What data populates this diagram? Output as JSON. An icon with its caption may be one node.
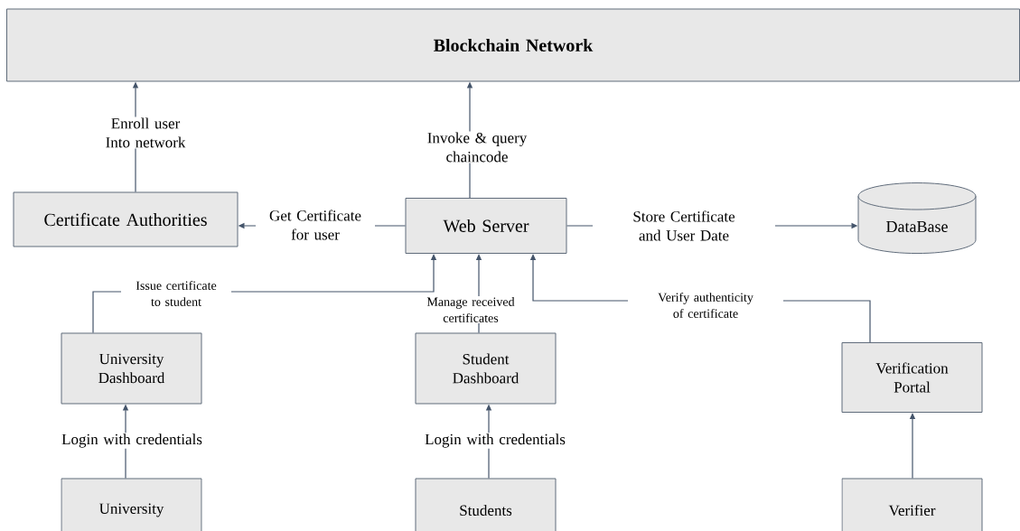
{
  "diagram": {
    "nodes": [
      {
        "text": [
          "Blockchain Network"
        ]
      },
      {
        "text": [
          "Certificate Authorities"
        ]
      },
      {
        "text": [
          "Web Server"
        ]
      },
      {
        "text": [
          "DataBase"
        ]
      },
      {
        "text": [
          "University Dashboard"
        ]
      },
      {
        "text": [
          "Student Dashboard"
        ]
      },
      {
        "text": [
          "Verification Portal"
        ]
      },
      {
        "text": [
          "University"
        ]
      },
      {
        "text": [
          "Students"
        ]
      },
      {
        "text": [
          "Verifier"
        ]
      }
    ],
    "edges": [
      {
        "from": 1,
        "to": 0,
        "arrow": "to",
        "label": "Enroll user Into network"
      },
      {
        "from": 2,
        "to": 0,
        "arrow": "to",
        "label": "Invoke & query chaincode"
      },
      {
        "from": 2,
        "to": 1,
        "arrow": "to",
        "label": "Get Certificate for user"
      },
      {
        "from": 2,
        "to": 3,
        "arrow": "to",
        "label": "Store Certificate and User Date"
      },
      {
        "from": 4,
        "to": 2,
        "arrow": "to",
        "label": "Issue certificate to student"
      },
      {
        "from": 5,
        "to": 2,
        "arrow": "to",
        "label": "Manage received certificates"
      },
      {
        "from": 6,
        "to": 2,
        "arrow": "to",
        "label": "Verify authenticity of certificate"
      },
      {
        "from": 7,
        "to": 4,
        "arrow": "to",
        "label": "Login with credentials"
      },
      {
        "from": 8,
        "to": 5,
        "arrow": "to",
        "label": "Login with credentials"
      },
      {
        "from": 9,
        "to": 6,
        "arrow": "to"
      }
    ]
  }
}
